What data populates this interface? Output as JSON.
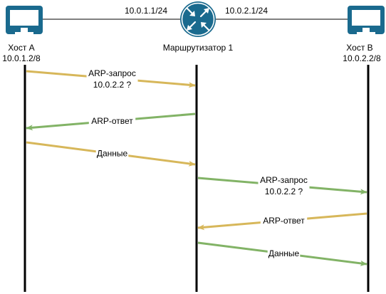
{
  "colors": {
    "host_icon": "#1a6a8e",
    "router_icon": "#1a6a8e",
    "timeline": "#000000",
    "link_line": "#000000",
    "arrow_yellow": "#d7b75a",
    "arrow_green": "#82b366"
  },
  "nodes": {
    "host_a": {
      "name": "Хост A",
      "ip": "10.0.1.2/8",
      "icon": "computer-monitor-icon"
    },
    "router": {
      "name": "Маршрутизатор 1",
      "icon": "router-icon"
    },
    "host_b": {
      "name": "Хост B",
      "ip": "10.0.2.2/8",
      "icon": "computer-monitor-icon"
    }
  },
  "links": {
    "left_ip": "10.0.1.1/24",
    "right_ip": "10.0.2.1/24"
  },
  "messages": [
    {
      "from": "host_a",
      "to": "router",
      "color": "yellow",
      "line1": "ARP-запрос",
      "line2": "10.0.2.2 ?"
    },
    {
      "from": "router",
      "to": "host_a",
      "color": "green",
      "line1": "ARP-ответ",
      "line2": ""
    },
    {
      "from": "host_a",
      "to": "router",
      "color": "yellow",
      "line1": "Данные",
      "line2": ""
    },
    {
      "from": "router",
      "to": "host_b",
      "color": "green",
      "line1": "ARP-запрос",
      "line2": "10.0.2.2 ?"
    },
    {
      "from": "host_b",
      "to": "router",
      "color": "yellow",
      "line1": "ARP-ответ",
      "line2": ""
    },
    {
      "from": "router",
      "to": "host_b",
      "color": "green",
      "line1": "Данные",
      "line2": ""
    }
  ]
}
